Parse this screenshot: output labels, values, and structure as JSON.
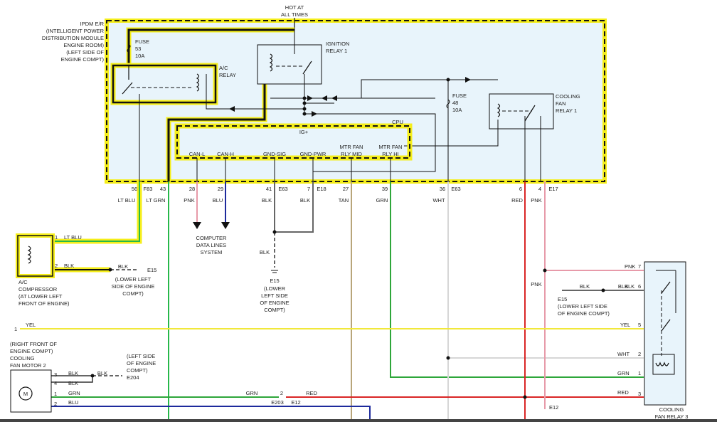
{
  "ipdm": {
    "lines": [
      "IPDM E/R",
      "(INTELLIGENT POWER",
      "DISTRIBUTION MODULE",
      "ENGINE ROOM)",
      "(LEFT SIDE OF",
      "ENGINE COMPT)"
    ]
  },
  "hot_at": [
    "HOT AT",
    "ALL TIMES"
  ],
  "fuse53": [
    "FUSE",
    "53",
    "10A"
  ],
  "ac_relay": [
    "A/C",
    "RELAY"
  ],
  "ign_relay": [
    "IGNITION",
    "RELAY 1"
  ],
  "fuse48": [
    "FUSE",
    "48",
    "10A"
  ],
  "cf_relay1": [
    "COOLING",
    "FAN",
    "RELAY 1"
  ],
  "cpu": {
    "title": "CPU",
    "ig_plus": "IG+",
    "pins": [
      "CAN-L",
      "CAN-H",
      "GND-SIG",
      "GND-PWR"
    ],
    "mtr_mid": [
      "MTR FAN",
      "RLY MID"
    ],
    "mtr_hi": [
      "MTR FAN",
      "RLY HI"
    ]
  },
  "pins": {
    "p56": "56",
    "f83": "F83",
    "p43": "43",
    "p28": "28",
    "p29": "29",
    "p41": "41",
    "e63a": "E63",
    "p7": "7",
    "e18": "E18",
    "p27": "27",
    "p39": "39",
    "p36": "36",
    "e63b": "E63",
    "p6": "6",
    "p4": "4",
    "e17": "E17"
  },
  "wires": {
    "lt_blu": "LT BLU",
    "lt_grn": "LT GRN",
    "pnk": "PNK",
    "blu": "BLU",
    "blk": "BLK",
    "tan": "TAN",
    "grn": "GRN",
    "wht": "WHT",
    "red": "RED",
    "yel": "YEL"
  },
  "data_lines": [
    "COMPUTER",
    "DATA LINES",
    "SYSTEM"
  ],
  "e15": {
    "id": "E15",
    "text": [
      "(LOWER LEFT",
      "SIDE OF ENGINE",
      "COMPT)"
    ]
  },
  "e15_center": {
    "id": "E15",
    "text": [
      "(LOWER",
      "LEFT SIDE",
      "OF ENGINE",
      "COMPT)"
    ]
  },
  "e15_right": {
    "id": "E15",
    "text": [
      "(LOWER LEFT SIDE",
      "OF ENGINE COMPT)"
    ]
  },
  "ac_comp": {
    "text": [
      "A/C",
      "COMPRESSOR",
      "(AT LOWER LEFT",
      "FRONT OF ENGINE)"
    ],
    "pin1": "1",
    "pin2": "2"
  },
  "yel_line": {
    "num": "1"
  },
  "motor2": {
    "location": [
      "(RIGHT FRONT OF",
      "ENGINE COMPT)"
    ],
    "name": [
      "COOLING",
      "FAN MOTOR 2"
    ],
    "m": "M",
    "pins": [
      "3",
      "4",
      "1",
      "2"
    ]
  },
  "e204": {
    "id": "E204",
    "text": [
      "(LEFT SIDE",
      "OF ENGINE",
      "COMPT)"
    ]
  },
  "conn_low": {
    "p2": "2",
    "e203": "E203",
    "e12": "E12"
  },
  "relay3": {
    "name": [
      "COOLING",
      "FAN RELAY 3"
    ],
    "pins": [
      "7",
      "6",
      "5",
      "2",
      "1",
      "3"
    ]
  },
  "e12_bottom": "E12",
  "colors": {
    "highlight": "#f5ee1a",
    "module_fill": "#e8f4fb",
    "lt_grn": "#27b84a",
    "pink": "#e79aa9",
    "blue": "#1d2a9c",
    "red": "#d92525",
    "tan": "#b8a57a",
    "yellow": "#f1e83a",
    "wht": "#d6d6d6",
    "grn": "#2ea63a"
  }
}
